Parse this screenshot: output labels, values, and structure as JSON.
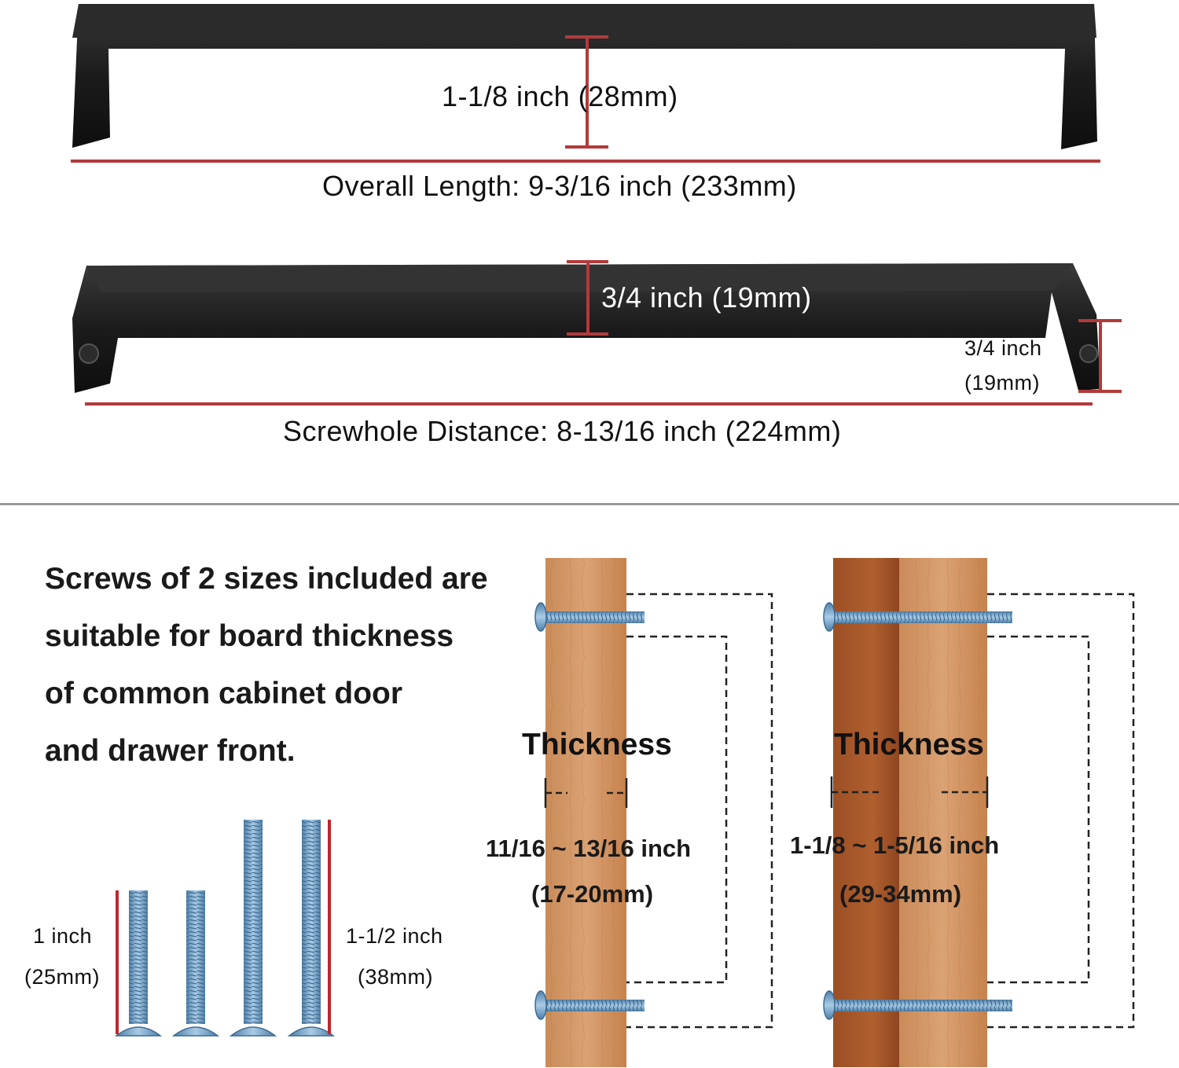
{
  "top_handle": {
    "height_label": "1-1/8 inch (28mm)",
    "length_label": "Overall Length: 9-3/16 inch (233mm)"
  },
  "side_handle": {
    "depth_label": "3/4 inch (19mm)",
    "end_height_label_line1": "3/4 inch",
    "end_height_label_line2": "(19mm)",
    "screwhole_label": "Screwhole Distance: 8-13/16 inch (224mm)"
  },
  "description": {
    "lines": [
      "Screws of 2 sizes included are",
      "suitable for board thickness",
      "of common cabinet door",
      "and drawer front."
    ]
  },
  "screws": {
    "short_line1": "1 inch",
    "short_line2": "(25mm)",
    "long_line1": "1-1/2 inch",
    "long_line2": "(38mm)"
  },
  "thin_board": {
    "title": "Thickness",
    "range_line1": "11/16 ~ 13/16 inch",
    "range_line2": "(17-20mm)"
  },
  "thick_board": {
    "title": "Thickness",
    "range_line1": "1-1/8 ~ 1-5/16 inch",
    "range_line2": "(29-34mm)"
  },
  "colors": {
    "handle": "#1b1b1b",
    "dimension_line": "#b23a3a",
    "wood_light": "#d69866",
    "wood_dark": "#a8582c",
    "screw": "#79a8cf",
    "divider": "#9a9a9a"
  }
}
